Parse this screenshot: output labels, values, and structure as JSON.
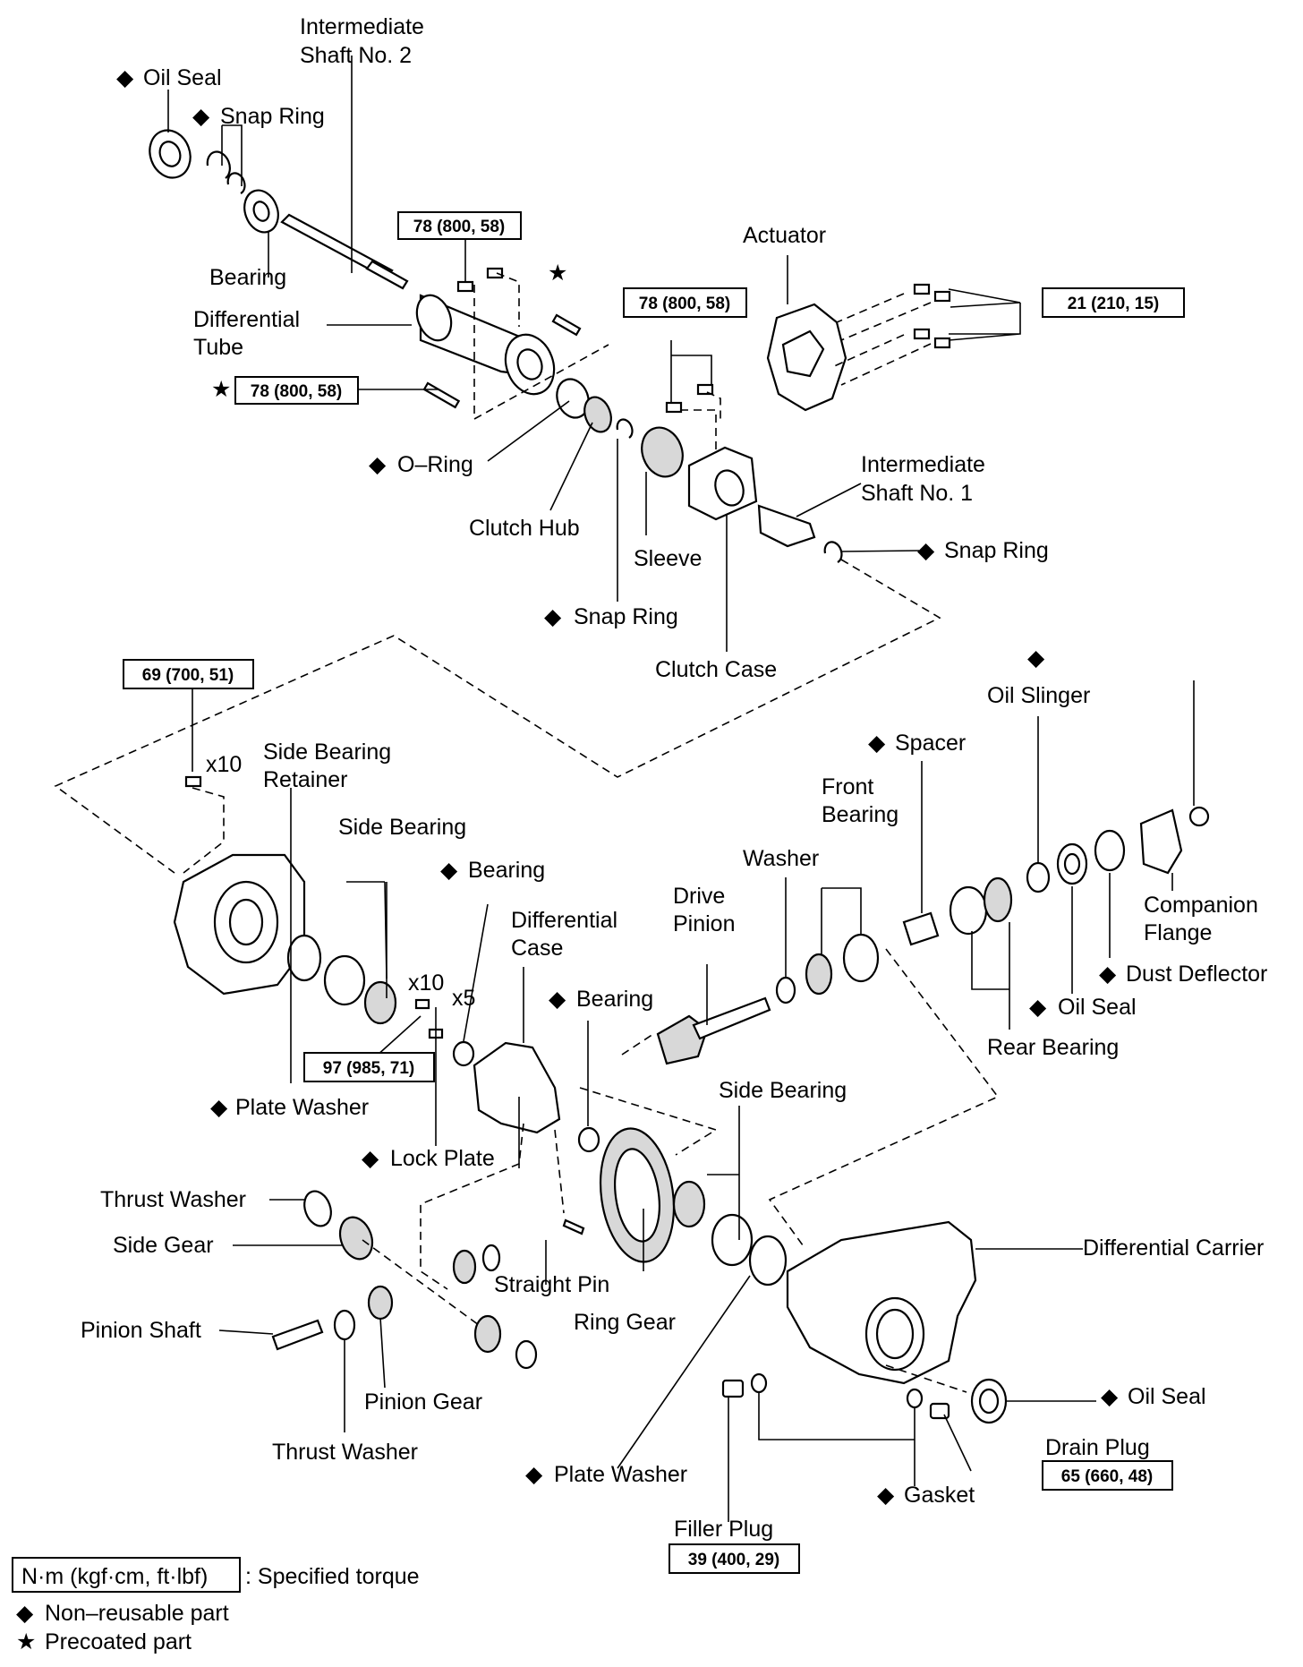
{
  "symbols": {
    "diamond": "◆",
    "star": "★"
  },
  "labels": {
    "intermediate_shaft_2_line1": "Intermediate",
    "intermediate_shaft_2_line2": "Shaft No. 2",
    "oil_seal_top": "Oil Seal",
    "snap_ring_top": "Snap Ring",
    "bearing_top": "Bearing",
    "differential_tube_line1": "Differential",
    "differential_tube_line2": "Tube",
    "actuator": "Actuator",
    "o_ring": "O–Ring",
    "clutch_hub": "Clutch Hub",
    "sleeve": "Sleeve",
    "snap_ring_mid": "Snap Ring",
    "clutch_case": "Clutch Case",
    "intermediate_shaft_1_line1": "Intermediate",
    "intermediate_shaft_1_line2": "Shaft No. 1",
    "snap_ring_right": "Snap Ring",
    "x10_top": "x10",
    "side_bearing_retainer_line1": "Side Bearing",
    "side_bearing_retainer_line2": "Retainer",
    "side_bearing_left": "Side Bearing",
    "bearing_mid": "Bearing",
    "differential_case_line1": "Differential",
    "differential_case_line2": "Case",
    "bearing_lower": "Bearing",
    "x10_mid": "x10",
    "x5": "x5",
    "plate_washer_left": "Plate Washer",
    "lock_plate": "Lock Plate",
    "thrust_washer_top": "Thrust Washer",
    "side_gear": "Side Gear",
    "straight_pin": "Straight Pin",
    "ring_gear": "Ring Gear",
    "pinion_shaft": "Pinion Shaft",
    "pinion_gear": "Pinion Gear",
    "thrust_washer_bottom": "Thrust Washer",
    "plate_washer_bottom": "Plate Washer",
    "filler_plug": "Filler Plug",
    "gasket": "Gasket",
    "drain_plug": "Drain Plug",
    "oil_seal_carrier": "Oil Seal",
    "differential_carrier": "Differential Carrier",
    "side_bearing_right": "Side Bearing",
    "drive_pinion_line1": "Drive",
    "drive_pinion_line2": "Pinion",
    "washer": "Washer",
    "front_bearing_line1": "Front",
    "front_bearing_line2": "Bearing",
    "spacer": "Spacer",
    "oil_slinger": "Oil Slinger",
    "companion_flange_line1": "Companion",
    "companion_flange_line2": "Flange",
    "dust_deflector": "Dust Deflector",
    "oil_seal_pinion": "Oil Seal",
    "rear_bearing": "Rear Bearing"
  },
  "torques": {
    "tube_bolt_top": "78 (800, 58)",
    "tube_bolt_star": "78 (800, 58)",
    "clutch_case_bolt": "78 (800, 58)",
    "actuator_bolt": "21 (210, 15)",
    "retainer_bolt": "69 (700, 51)",
    "ring_gear_bolt": "97 (985, 71)",
    "drain_plug": "65 (660, 48)",
    "filler_plug": "39 (400, 29)"
  },
  "legend": {
    "unit_box": "N·m (kgf·cm, ft·lbf)",
    "unit_text": ": Specified torque",
    "non_reusable": "Non–reusable part",
    "precoated": "Precoated part"
  }
}
